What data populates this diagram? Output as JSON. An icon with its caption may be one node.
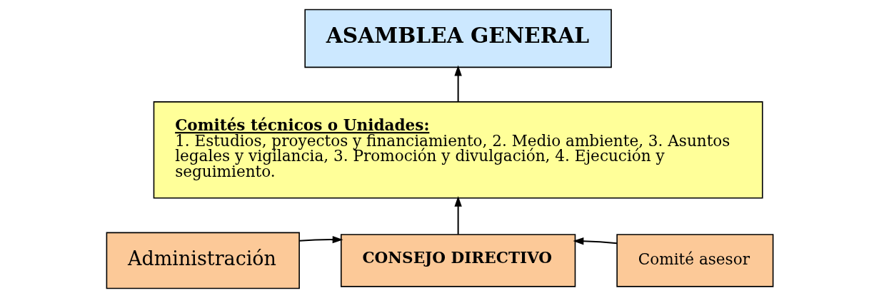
{
  "diagram": {
    "nodes": [
      {
        "text": [
          "ASAMBLEA GENERAL"
        ]
      },
      {
        "text": [
          "Comités técnicos o Unidades:",
          "1. Estudios, proyectos y financiamiento, 2. Medio ambiente, 3. Asuntos legales y vigilancia, 3. Promoción y divulgación, 4. Ejecución y seguimiento."
        ]
      },
      {
        "text": [
          "Administración"
        ]
      },
      {
        "text": [
          "CONSEJO DIRECTIVO"
        ]
      },
      {
        "text": [
          "Comité asesor"
        ]
      }
    ],
    "edges": [
      {
        "from": 3,
        "to": 1,
        "arrow": "to"
      },
      {
        "from": 1,
        "to": 0,
        "arrow": "to"
      },
      {
        "from": 2,
        "to": 3,
        "arrow": "to"
      },
      {
        "from": 4,
        "to": 3,
        "arrow": "to"
      }
    ]
  }
}
